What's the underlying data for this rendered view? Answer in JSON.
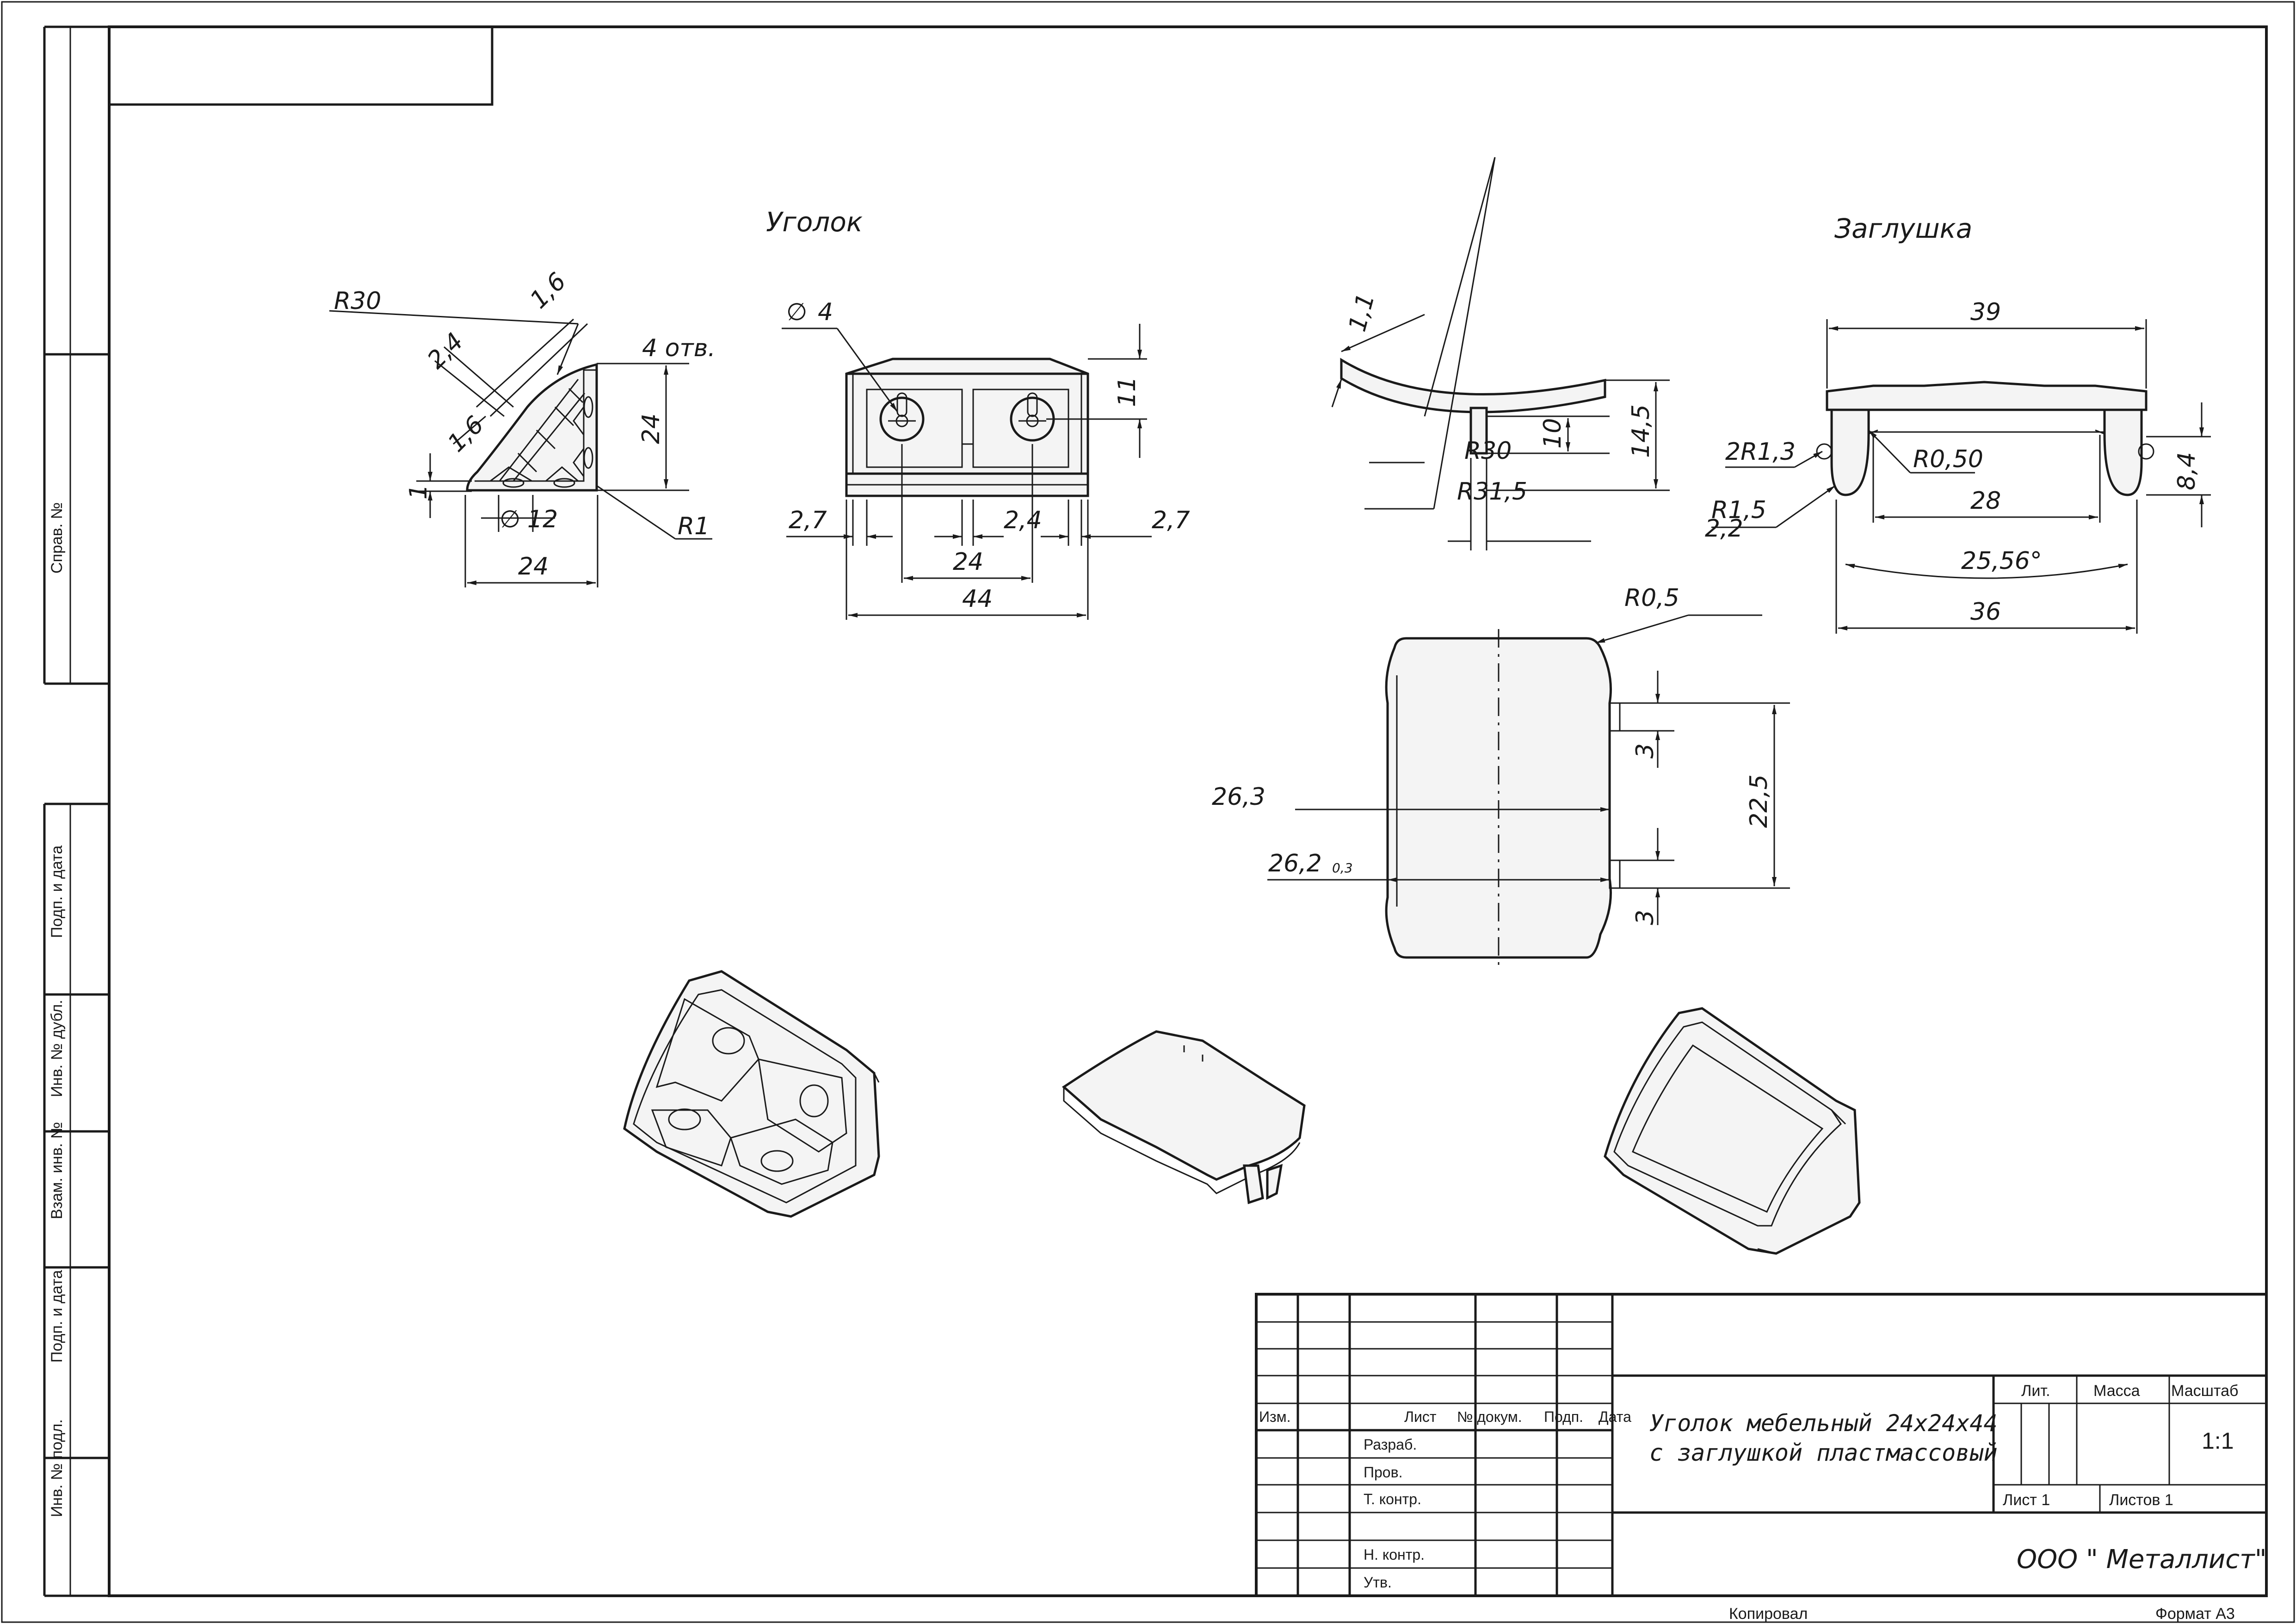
{
  "views": {
    "corner_title": "Уголок",
    "cap_title": "Заглушка"
  },
  "dims": {
    "side": {
      "r30": "R30",
      "d16a": "1,6",
      "d24": "2,4",
      "d16b": "1,6",
      "holes": "4 отв.",
      "h24": "24",
      "r1": "R1",
      "d1": "1",
      "dia12": "12",
      "w24": "24"
    },
    "front": {
      "dia4": "4",
      "h11": "11",
      "l27": "2,7",
      "m24": "2,4",
      "r27": "2,7",
      "c24": "24",
      "w44": "44"
    },
    "profile": {
      "t11": "1,1",
      "r30": "R30",
      "r315": "R31,5",
      "h10": "10",
      "h145": "14,5"
    },
    "cap_front": {
      "w39": "39",
      "r13": "2R1,3",
      "r050": "R0,50",
      "r15": "R1,5",
      "d22": "2,2",
      "h84": "8,4",
      "w28": "28",
      "angle": "25,56°",
      "w36": "36"
    },
    "cap_top": {
      "r05": "R0,5",
      "w263": "26,3",
      "w262": "26,2",
      "tol": "0,3",
      "h225": "22,5",
      "s3a": "3",
      "s3b": "3"
    }
  },
  "title_block": {
    "col_labels": [
      "Изм.",
      "Лист",
      "№ докум.",
      "Подп.",
      "Дата"
    ],
    "row_labels": [
      "Разраб.",
      "Пров.",
      "Т. контр.",
      "",
      "Н. контр.",
      "Утв."
    ],
    "title_line1": "Уголок мебельный 24х24х44",
    "title_line2": "с заглушкой пластмассовый",
    "lit": "Лит.",
    "mass": "Масса",
    "scale_label": "Масштаб",
    "scale_value": "1:1",
    "sheet": "Лист 1",
    "sheets": "Листов 1",
    "organization": "ООО \" Металлист\"",
    "copied": "Копировал",
    "format": "Формат А3"
  },
  "side_strip": {
    "sprav": "Справ. №",
    "podp1": "Подп. и дата",
    "inv_dubl": "Инв. № дубл.",
    "vzam": "Взам. инв. №",
    "podp2": "Подп. и дата",
    "inv_podl": "Инв. № подл."
  }
}
